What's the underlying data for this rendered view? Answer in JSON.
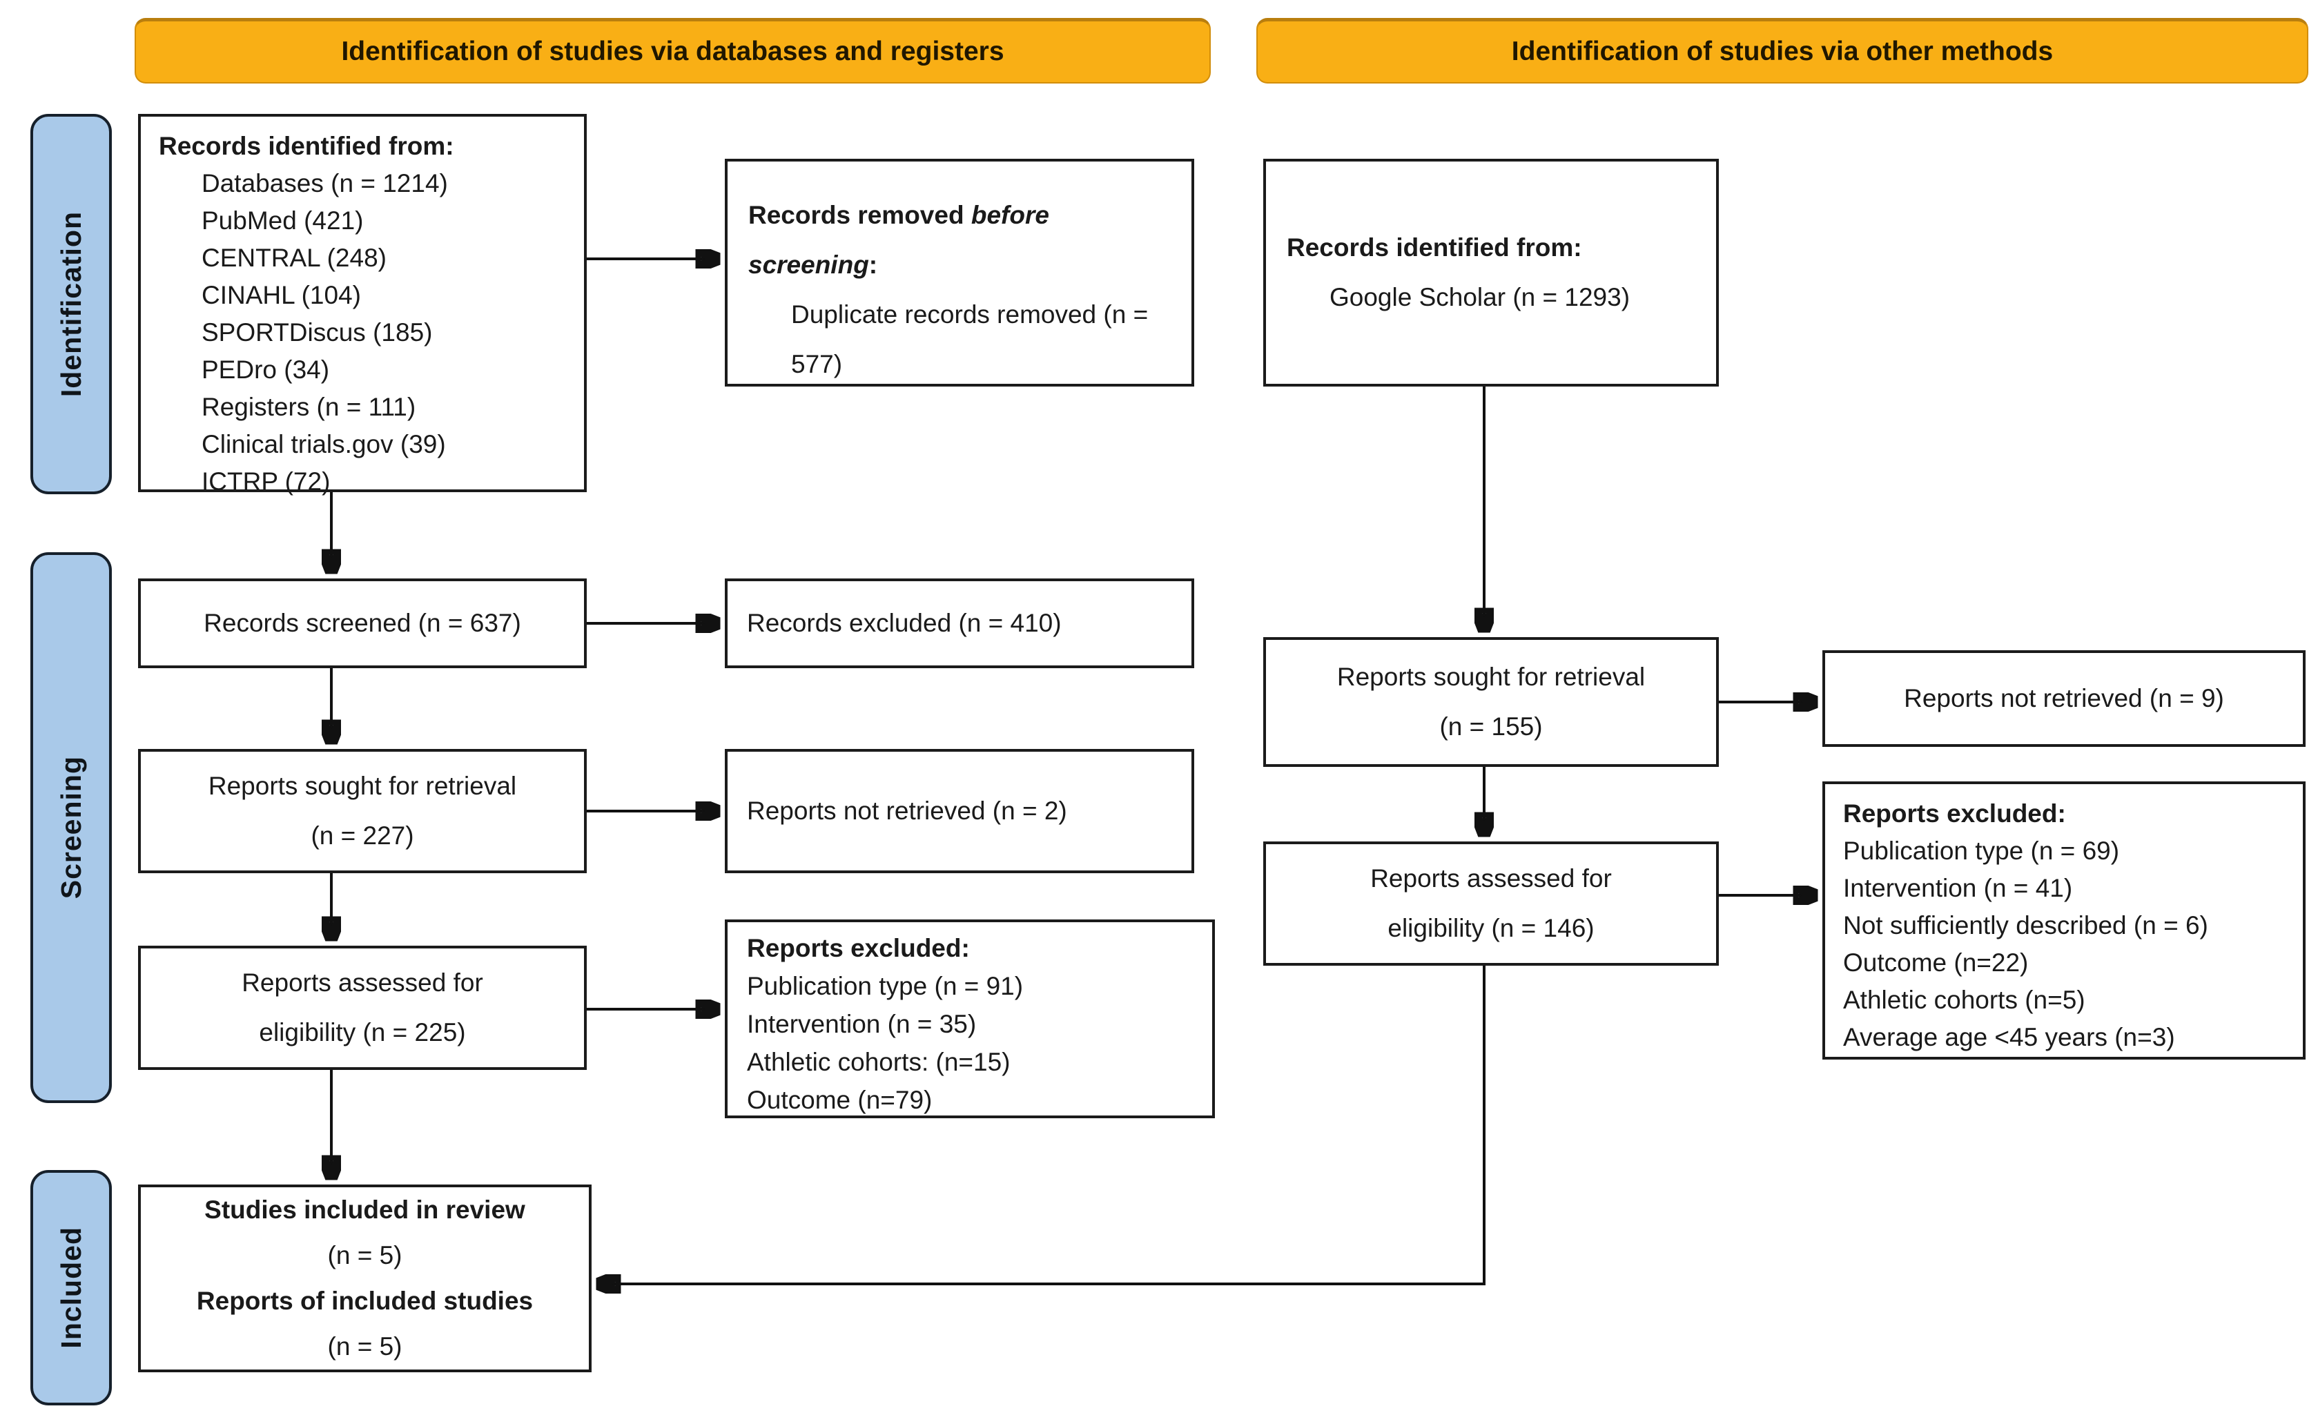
{
  "banners": {
    "left": "Identification of studies via databases and registers",
    "right": "Identification of studies via other methods"
  },
  "sidebar": {
    "identification": "Identification",
    "screening": "Screening",
    "included": "Included"
  },
  "colors": {
    "banner_bg": "#F9AF15",
    "sidebar_bg": "#A9C9E9",
    "box_border": "#1B1B1B",
    "arrow": "#111111"
  },
  "boxes": {
    "records_identified_db": {
      "title": "Records identified from:",
      "items": [
        "Databases (n = 1214)",
        "PubMed (421)",
        "CENTRAL (248)",
        "CINAHL (104)",
        "SPORTDiscus (185)",
        "PEDro (34)",
        "Registers (n = 111)",
        "Clinical trials.gov (39)",
        "ICTRP (72)"
      ]
    },
    "records_removed": {
      "title_bold": "Records removed ",
      "title_bold_italic": "before screening",
      "title_colon": ":",
      "items": [
        "Duplicate records removed (n = 577)"
      ]
    },
    "records_identified_other": {
      "title": "Records identified from:",
      "items": [
        "Google Scholar (n = 1293)"
      ]
    },
    "records_screened": {
      "text": "Records screened (n = 637)"
    },
    "records_excluded": {
      "text": "Records excluded (n = 410)"
    },
    "reports_sought_db": {
      "line1": "Reports sought for retrieval",
      "line2": "(n = 227)"
    },
    "reports_not_retrieved_db": {
      "text": "Reports not retrieved (n = 2)"
    },
    "reports_assessed_db": {
      "line1": "Reports assessed for",
      "line2": "eligibility (n = 225)"
    },
    "reports_excluded_db": {
      "title": "Reports excluded:",
      "items": [
        "Publication type (n = 91)",
        "Intervention (n = 35)",
        "Athletic cohorts: (n=15)",
        "Outcome (n=79)"
      ]
    },
    "reports_sought_other": {
      "line1": "Reports sought for retrieval",
      "line2": "(n = 155)"
    },
    "reports_not_retrieved_other": {
      "text": "Reports not retrieved (n = 9)"
    },
    "reports_assessed_other": {
      "line1": "Reports assessed for",
      "line2": "eligibility (n = 146)"
    },
    "reports_excluded_other": {
      "title": "Reports excluded:",
      "items": [
        "Publication type (n = 69)",
        "Intervention (n = 41)",
        "Not sufficiently described (n = 6)",
        "Outcome (n=22)",
        "Athletic cohorts (n=5)",
        "Average age <45 years (n=3)"
      ]
    },
    "included_studies": {
      "line1": "Studies included in review",
      "line2": "(n = 5)",
      "line3": "Reports of included studies",
      "line4": "(n = 5)"
    }
  }
}
